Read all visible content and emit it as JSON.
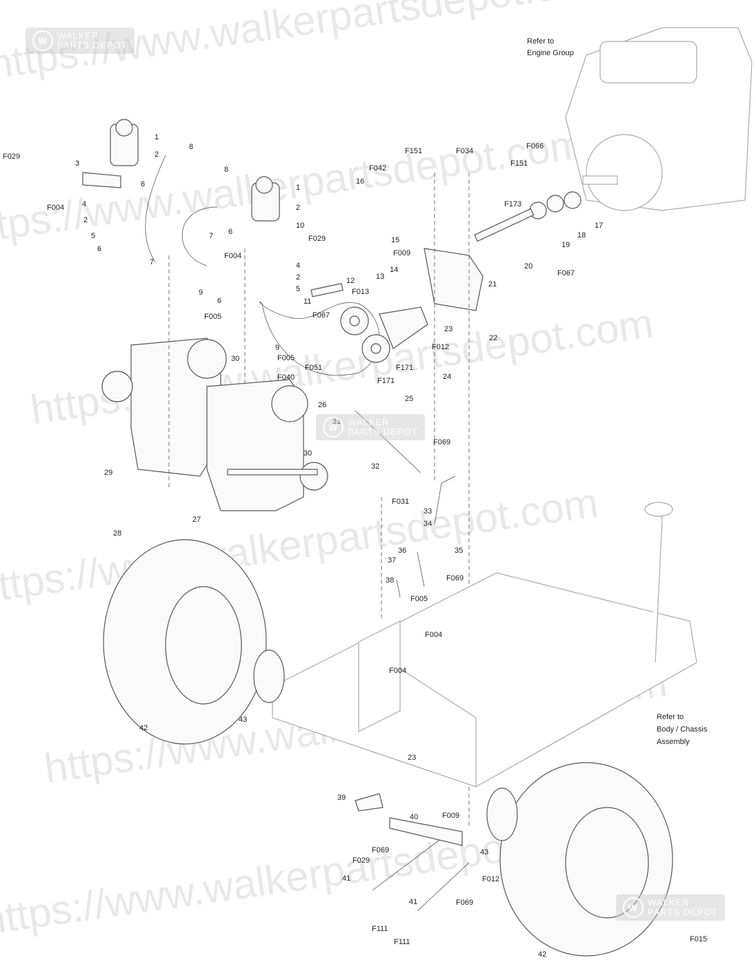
{
  "watermark": "https://www.walkerpartsdepot.com",
  "logo": {
    "line1": "WALKER",
    "line2": "PARTS DEPOT",
    "mark": "W"
  },
  "notes": {
    "engine": [
      "Refer to",
      "Engine Group"
    ],
    "chassis": [
      "Refer to",
      "Body / Chassis",
      "Assembly"
    ]
  },
  "labels": [
    "F029",
    "1",
    "2",
    "8",
    "3",
    "6",
    "F004",
    "4",
    "2",
    "5",
    "6",
    "7",
    "8",
    "1",
    "2",
    "10",
    "6",
    "7",
    "F029",
    "F004",
    "4",
    "2",
    "5",
    "6",
    "9",
    "F005",
    "9",
    "30",
    "F005",
    "F040",
    "F051",
    "16",
    "F042",
    "F151",
    "F034",
    "F151",
    "F066",
    "F173",
    "15",
    "F009",
    "14",
    "13",
    "12",
    "11",
    "F013",
    "F067",
    "17",
    "18",
    "19",
    "20",
    "F067",
    "21",
    "22",
    "23",
    "F012",
    "24",
    "F171",
    "F171",
    "25",
    "26",
    "31",
    "30",
    "F069",
    "32",
    "F031",
    "33",
    "34",
    "36",
    "35",
    "37",
    "38",
    "F069",
    "F005",
    "F004",
    "F004",
    "29",
    "28",
    "27",
    "42",
    "43",
    "23",
    "39",
    "40",
    "F009",
    "F029",
    "F069",
    "43",
    "F012",
    "41",
    "41",
    "F069",
    "F111",
    "F111",
    "42",
    "F015"
  ]
}
